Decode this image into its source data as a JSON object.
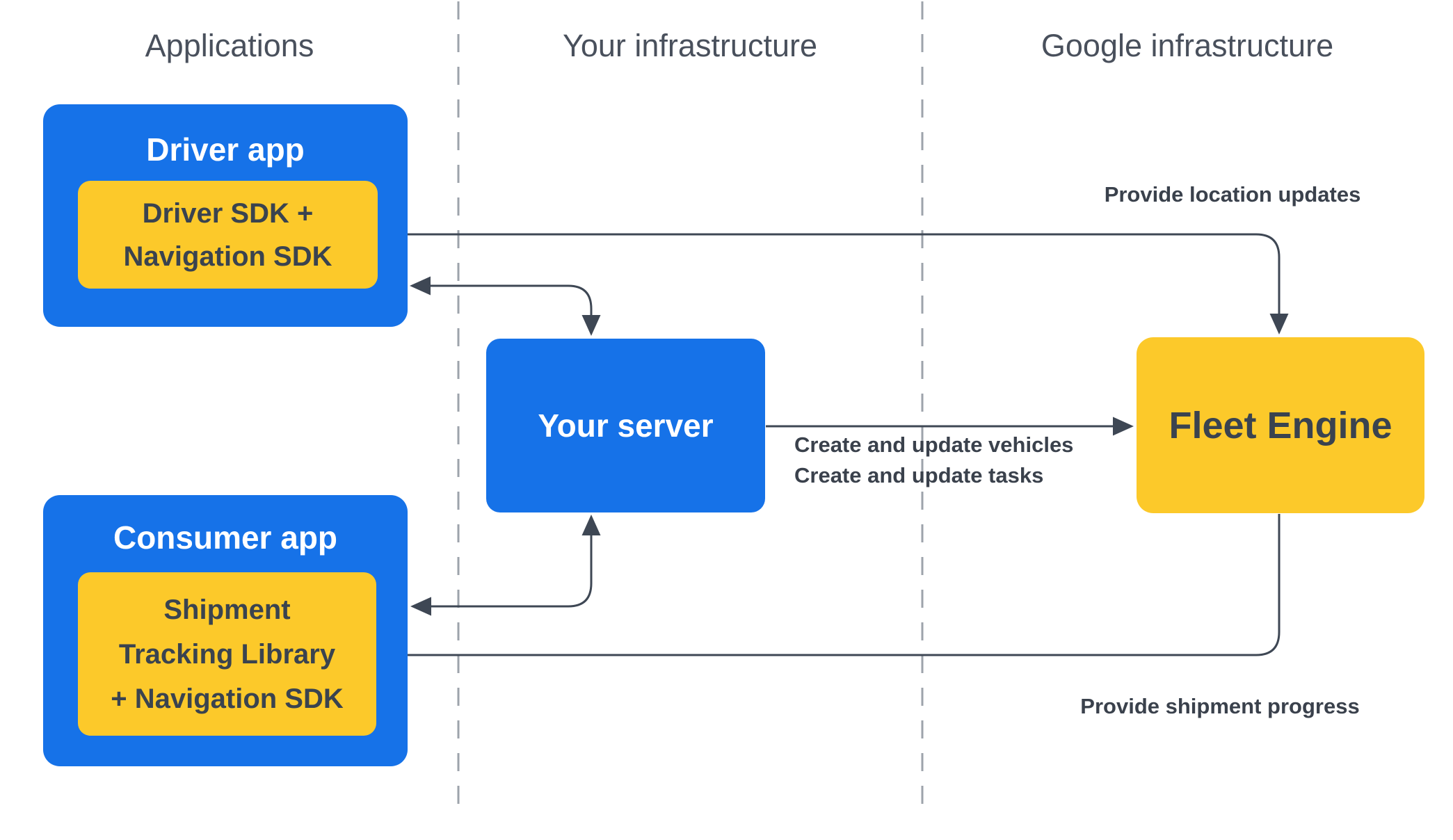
{
  "columns": [
    {
      "label": "Applications"
    },
    {
      "label": "Your infrastructure"
    },
    {
      "label": "Google infrastructure"
    }
  ],
  "nodes": {
    "driver_app": {
      "title": "Driver app",
      "sdk_lines": [
        "Driver SDK +",
        "Navigation SDK"
      ]
    },
    "consumer_app": {
      "title": "Consumer app",
      "sdk_lines": [
        "Shipment",
        "Tracking Library",
        "+ Navigation SDK"
      ]
    },
    "your_server": {
      "title": "Your server"
    },
    "fleet_engine": {
      "title": "Fleet Engine"
    }
  },
  "edge_labels": {
    "location_updates": "Provide location updates",
    "create_update_lines": [
      "Create and update vehicles",
      "Create and update tasks"
    ],
    "shipment_progress": "Provide shipment progress"
  },
  "colors": {
    "app_blue": "#1672E8",
    "sdk_yellow": "#FCC92A",
    "arrow": "#3E4754",
    "divider": "#9DA3AB",
    "heading_text": "#49505C",
    "label_text": "#3A414C",
    "dark_text": "#3A434F",
    "white_text": "#FFFFFF"
  }
}
